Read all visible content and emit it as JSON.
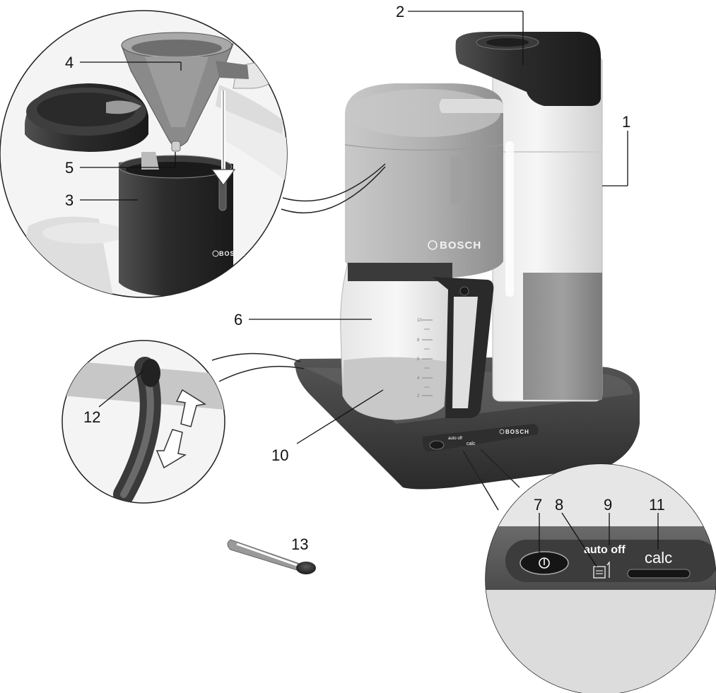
{
  "brand": "BOSCH",
  "callouts": [
    "1",
    "2",
    "3",
    "4",
    "5",
    "6",
    "7",
    "8",
    "9",
    "10",
    "11",
    "12",
    "13"
  ],
  "control_panel": {
    "auto_off_label": "auto off",
    "calc_label": "calc",
    "small_auto_off": "auto off",
    "small_calc": "calc"
  },
  "carafe_scale": [
    "10",
    "8",
    "6",
    "4",
    "2"
  ],
  "colors": {
    "dark": "#3a3a3a",
    "mid": "#9a9a9a",
    "light": "#d9d9d9",
    "body": "#b5b5b5"
  },
  "icons": [
    "power-icon",
    "descale-icon",
    "arrow-up-icon",
    "arrow-down-icon"
  ]
}
